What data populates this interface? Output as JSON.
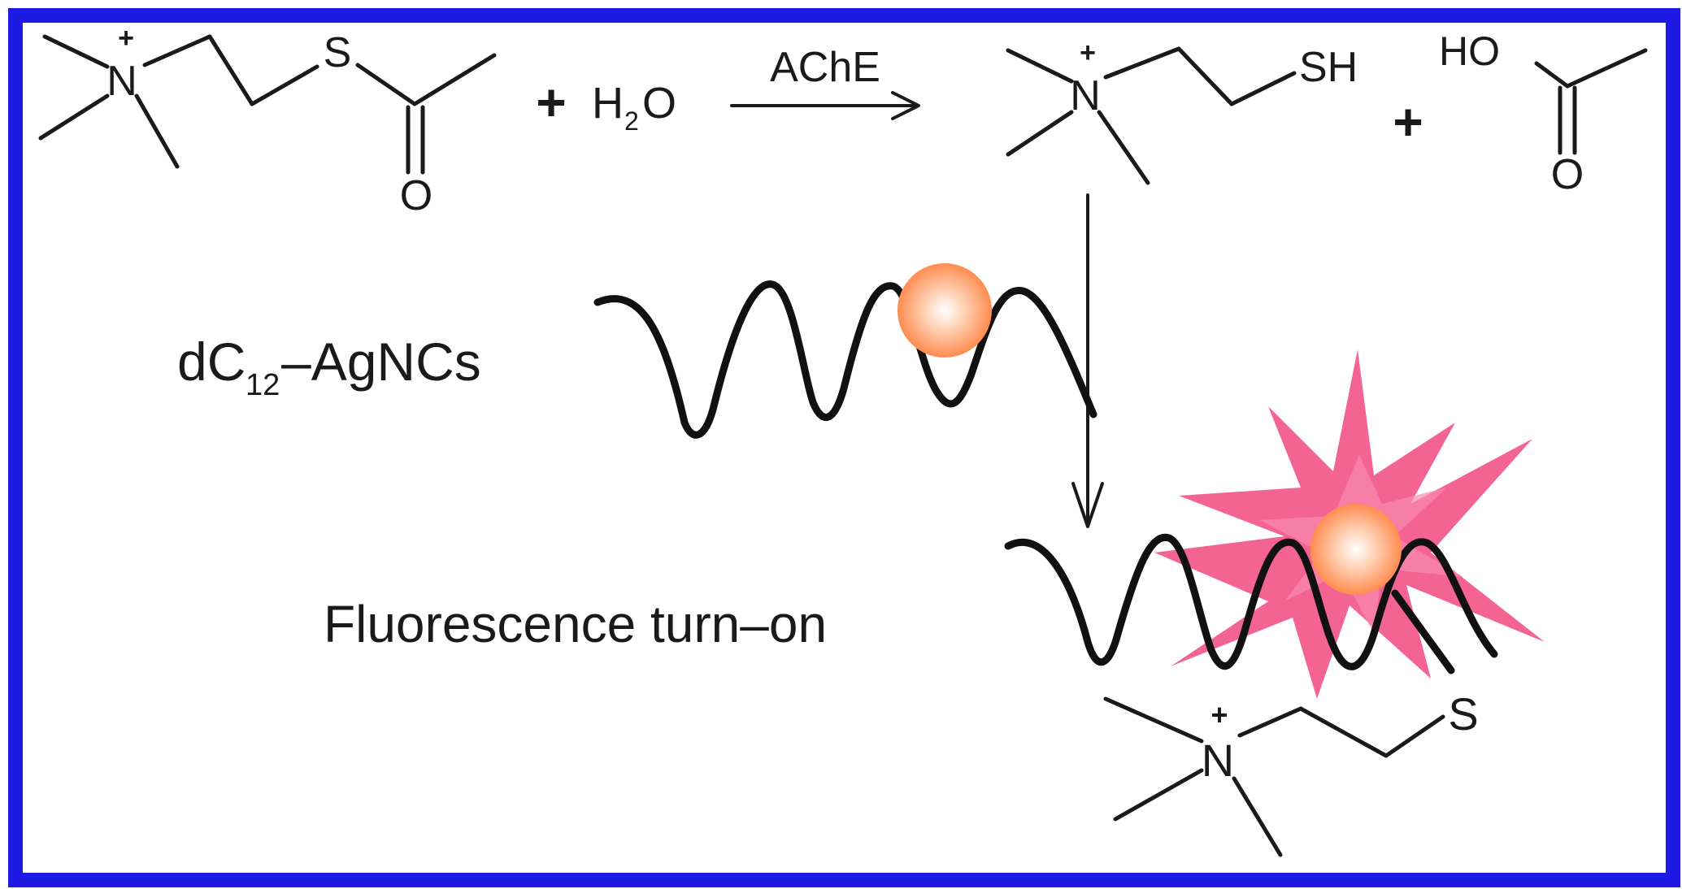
{
  "labels": {
    "plus_1": "+",
    "water_h": "H",
    "water_sub": "2",
    "water_o": "O",
    "enzyme": "AChE",
    "plus_2": "+",
    "dna_prefix": "dC",
    "dna_sub": "12",
    "dna_suffix": "–AgNCs",
    "fluorescence": "Fluorescence turn–on"
  },
  "atoms": {
    "n_reactant": "N",
    "s_reactant": "S",
    "o_reactant": "O",
    "n_product": "N",
    "sh_product": "SH",
    "ho_acid": "HO",
    "o_acid": "O",
    "n_bound": "N",
    "s_bound": "S"
  },
  "charges": {
    "reactant": "+",
    "product": "+",
    "bound": "+"
  },
  "colors": {
    "frame_border": "#1f19e6",
    "nanocluster": "#ff9d66",
    "glow": "#f0306e"
  }
}
